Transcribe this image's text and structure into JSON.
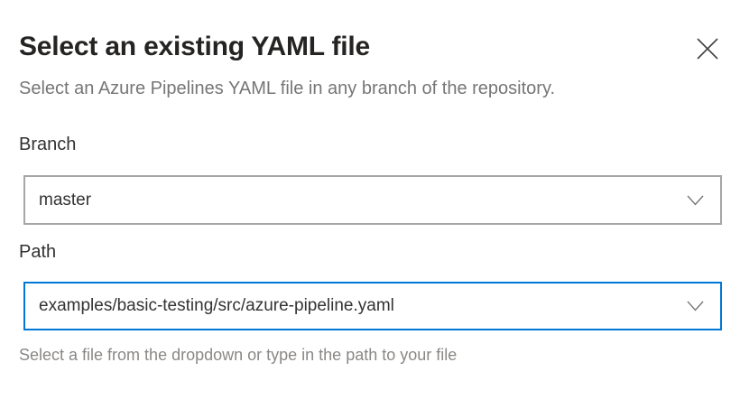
{
  "dialog": {
    "title": "Select an existing YAML file",
    "subtitle": "Select an Azure Pipelines YAML file in any branch of the repository."
  },
  "fields": {
    "branch": {
      "label": "Branch",
      "value": "master"
    },
    "path": {
      "label": "Path",
      "value": "examples/basic-testing/src/azure-pipeline.yaml",
      "helper": "Select a file from the dropdown or type in the path to your file"
    }
  },
  "icons": {
    "close": "close-icon",
    "chevron_down": "chevron-down-icon"
  },
  "colors": {
    "accent_focus_border": "#0078d4",
    "combo_border": "#a6a6a6",
    "title_text": "#252423",
    "body_text": "#333333",
    "muted_text": "#767676",
    "helper_text": "#8a8886"
  }
}
